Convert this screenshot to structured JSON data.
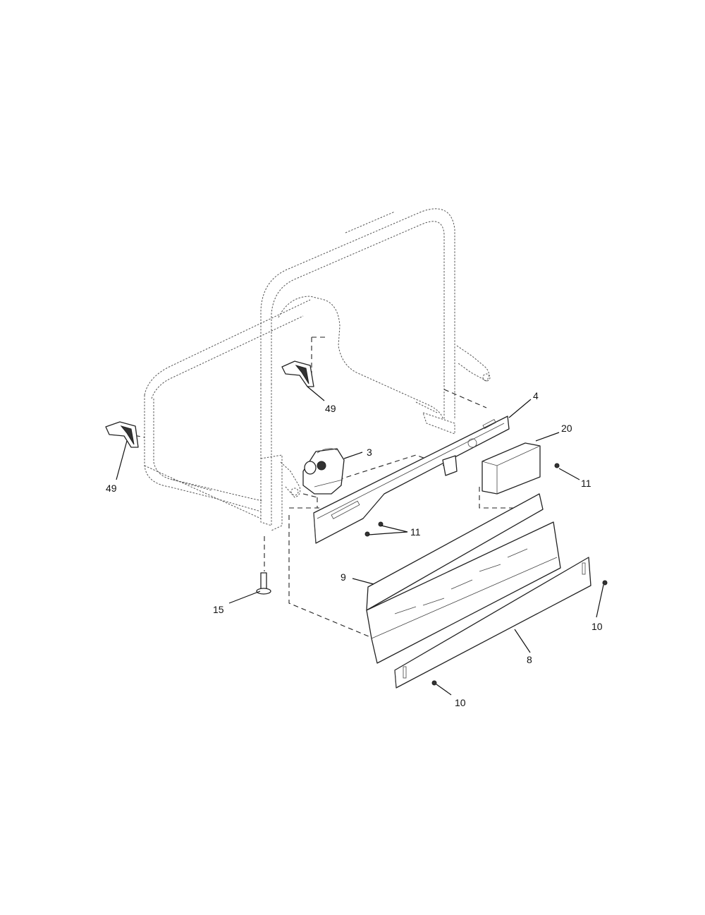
{
  "callouts": {
    "c3": "3",
    "c4": "4",
    "c8": "8",
    "c9": "9",
    "c10a": "10",
    "c10b": "10",
    "c11a": "11",
    "c11b": "11",
    "c15": "15",
    "c20": "20",
    "c49a": "49",
    "c49b": "49"
  },
  "colors": {
    "line": "#333333",
    "background": "#ffffff"
  }
}
